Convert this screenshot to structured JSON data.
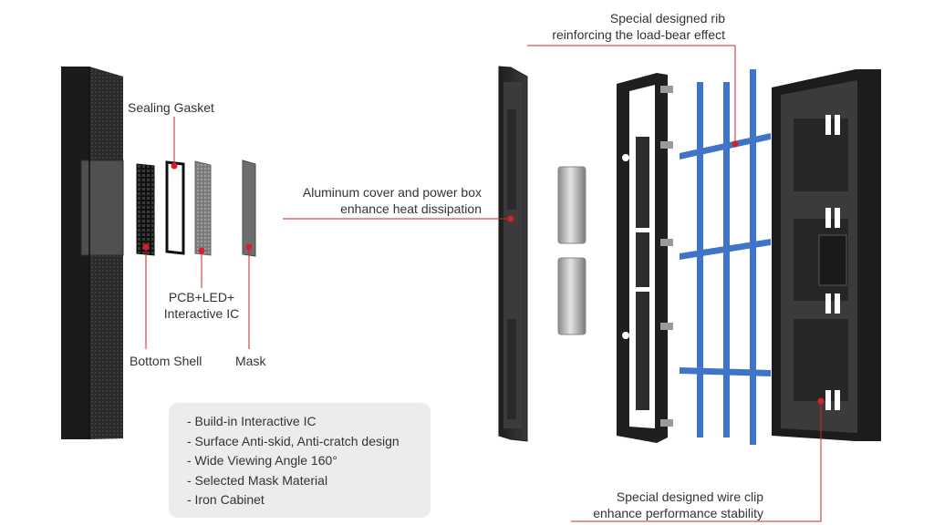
{
  "labels": {
    "sealing_gasket": "Sealing Gasket",
    "pcb_led_line1": "PCB+LED+",
    "pcb_led_line2": "Interactive IC",
    "bottom_shell": "Bottom Shell",
    "mask": "Mask",
    "aluminum_line1": "Aluminum cover and power box",
    "aluminum_line2": "enhance heat dissipation",
    "rib_line1": "Special designed rib",
    "rib_line2": "reinforcing the load-bear effect",
    "wireclip_line1": "Special designed wire clip",
    "wireclip_line2": "enhance performance stability"
  },
  "features": [
    "- Build-in Interactive IC",
    "- Surface Anti-skid, Anti-cratch design",
    "- Wide Viewing Angle 160°",
    "- Selected Mask Material",
    "- Iron Cabinet"
  ],
  "colors": {
    "callout": "#d6202b",
    "rib_blue": "#3f74c9",
    "cabinet_dark": "#2a2a2a",
    "feature_box": "#ececec"
  }
}
